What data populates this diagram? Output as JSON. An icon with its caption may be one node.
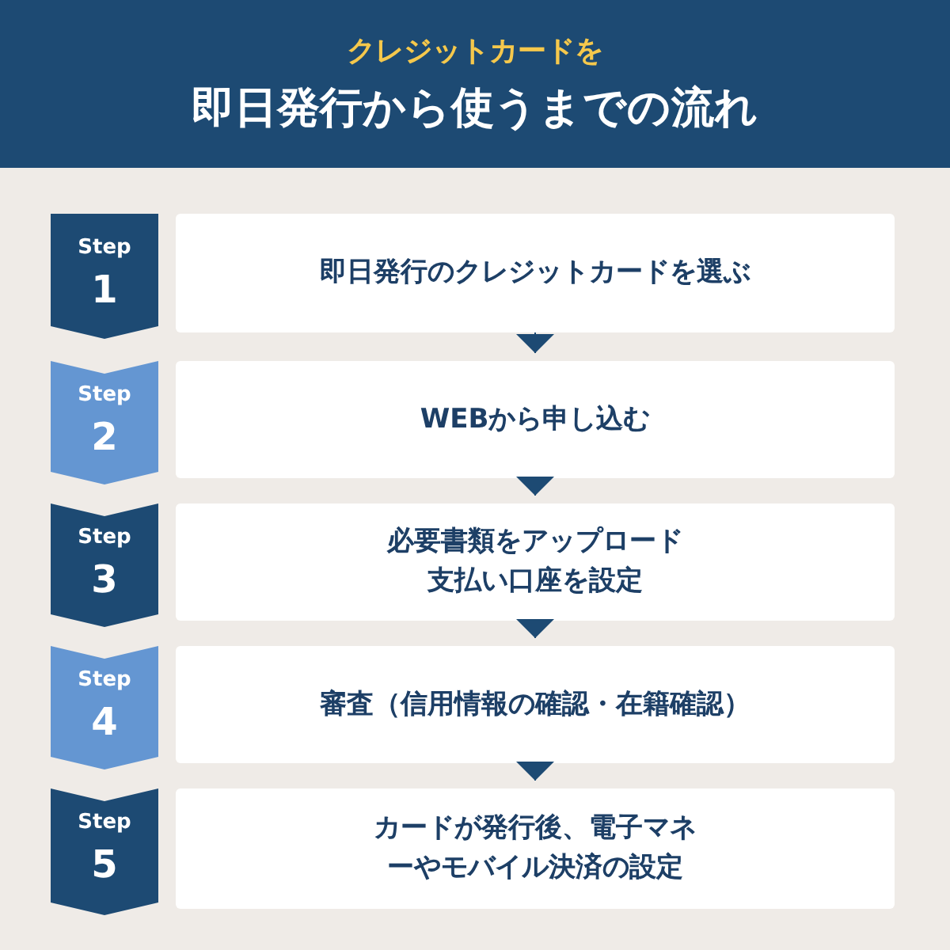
{
  "diagram": {
    "nodes": [
      {
        "text": [
          "クレジットカードを",
          "即日発行から使うまでの流れ"
        ]
      },
      {
        "text": [
          "Step",
          "1"
        ]
      },
      {
        "text": [
          "即日発行のクレジットカードを選ぶ"
        ]
      },
      {
        "text": [
          "Step",
          "2"
        ]
      },
      {
        "text": [
          "WEBから申し込む"
        ]
      },
      {
        "text": [
          "Step",
          "3"
        ]
      },
      {
        "text": [
          "必要書類をアップロード支払い口座を設定"
        ]
      },
      {
        "text": [
          "Step",
          "4"
        ]
      },
      {
        "text": [
          "審査（信用情報の確認・在籍確認）"
        ]
      },
      {
        "text": [
          "Step",
          "5"
        ]
      },
      {
        "text": [
          "カードが発行後、電子マネーやモバイル決済の設定"
        ]
      }
    ],
    "edges": [
      {
        "from": 2,
        "to": 4,
        "arrow": "to"
      },
      {
        "from": 4,
        "to": 6,
        "arrow": "to"
      },
      {
        "from": 6,
        "to": 8,
        "arrow": "to"
      },
      {
        "from": 8,
        "to": 10,
        "arrow": "to"
      }
    ]
  }
}
